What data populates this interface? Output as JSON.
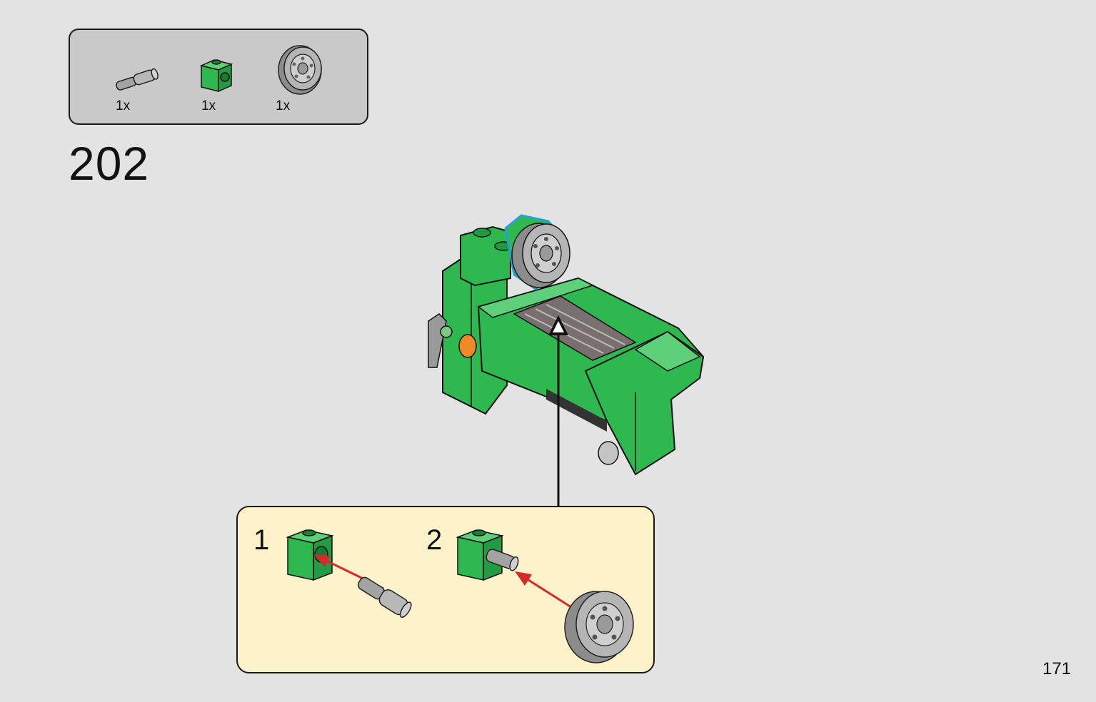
{
  "parts_list": {
    "items": [
      {
        "icon": "axle-pin-icon",
        "quantity": "1x"
      },
      {
        "icon": "green-technic-brick-icon",
        "quantity": "1x"
      },
      {
        "icon": "wheel-icon",
        "quantity": "1x"
      }
    ]
  },
  "step": {
    "number": "202"
  },
  "sub_assembly": {
    "steps": [
      {
        "number": "1"
      },
      {
        "number": "2"
      }
    ]
  },
  "page": {
    "number": "171"
  },
  "colors": {
    "background": "#e3e3e3",
    "parts_box": "#c9c9c9",
    "sub_box": "#fdf2c9",
    "brick_green": "#2eb84f",
    "arrow_red": "#d42a2a",
    "part_grey": "#9a9a9a"
  }
}
